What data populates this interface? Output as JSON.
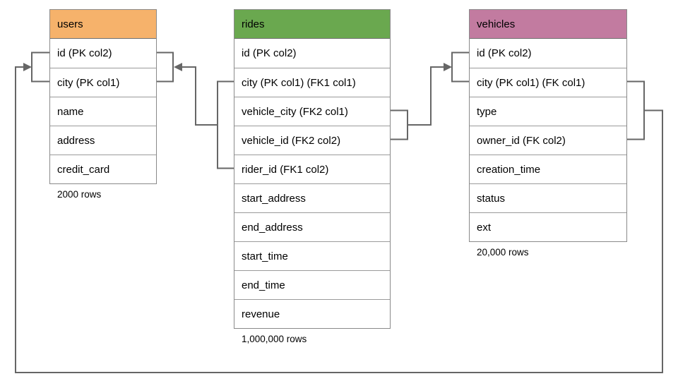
{
  "diagram": {
    "tables": [
      {
        "name": "users",
        "header_color": "#F6B26B",
        "columns": [
          "id (PK col2)",
          "city (PK col1)",
          "name",
          "address",
          "credit_card"
        ],
        "row_count": "2000 rows"
      },
      {
        "name": "rides",
        "header_color": "#6AA84F",
        "columns": [
          "id (PK col2)",
          "city (PK col1) (FK1 col1)",
          "vehicle_city (FK2 col1)",
          "vehicle_id (FK2 col2)",
          "rider_id (FK1 col2)",
          "start_address",
          "end_address",
          "start_time",
          "end_time",
          "revenue"
        ],
        "row_count": "1,000,000 rows"
      },
      {
        "name": "vehicles",
        "header_color": "#C27BA0",
        "columns": [
          "id (PK col2)",
          "city (PK col1) (FK col1)",
          "type",
          "owner_id (FK col2)",
          "creation_time",
          "status",
          "ext"
        ],
        "row_count": "20,000 rows"
      }
    ],
    "relationships": [
      {
        "from": "rides (city FK1 col1, rider_id FK1 col2)",
        "to": "users (id PK col2, city PK col1)"
      },
      {
        "from": "rides (vehicle_city FK2 col1, vehicle_id FK2 col2)",
        "to": "vehicles (id PK col2, city PK col1)"
      },
      {
        "from": "vehicles (city FK col1, owner_id FK col2)",
        "to": "users (id PK col2, city PK col1)"
      }
    ],
    "colors": {
      "connector": "#666666",
      "table_border": "#8a8a8a"
    }
  }
}
